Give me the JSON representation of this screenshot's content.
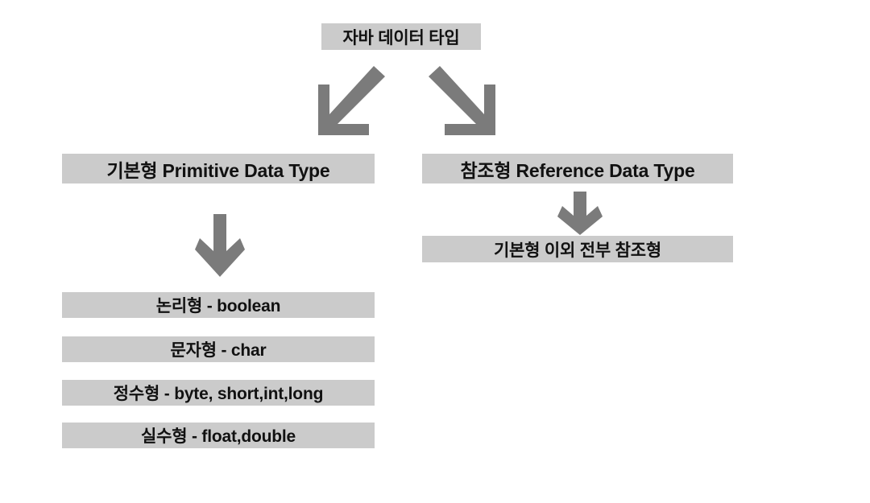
{
  "diagram": {
    "title_node": {
      "label": "자바 데이터 타입"
    },
    "branches": [
      {
        "id": "primitive",
        "label": "기본형 Primitive Data Type",
        "children": [
          {
            "id": "boolean",
            "label": "논리형 - boolean"
          },
          {
            "id": "char",
            "label": "문자형 - char"
          },
          {
            "id": "integer",
            "label": "정수형 - byte, short,int,long"
          },
          {
            "id": "float",
            "label": "실수형 - float,double"
          }
        ]
      },
      {
        "id": "reference",
        "label": "참조형 Reference Data Type",
        "children": [
          {
            "id": "ref-all",
            "label": "기본형 이외 전부 참조형"
          }
        ]
      }
    ],
    "arrows": [
      {
        "id": "root-to-primitive",
        "direction": "down-left",
        "icon": "arrow-down-left-icon"
      },
      {
        "id": "root-to-reference",
        "direction": "down-right",
        "icon": "arrow-down-right-icon"
      },
      {
        "id": "primitive-down",
        "direction": "down",
        "icon": "arrow-down-icon"
      },
      {
        "id": "reference-down",
        "direction": "down",
        "icon": "arrow-down-icon"
      }
    ],
    "colors": {
      "background": "#ffffff",
      "node_fill": "#cbcbcb",
      "node_text": "#111111",
      "arrow": "#7b7b7b"
    }
  }
}
